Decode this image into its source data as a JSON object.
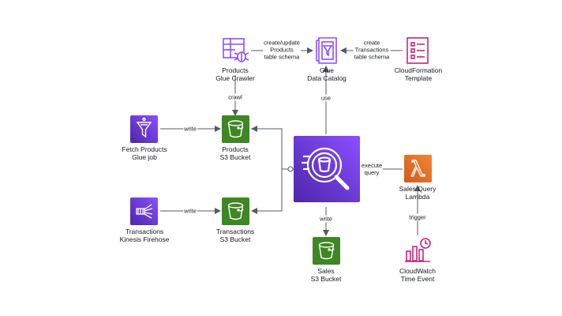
{
  "nodes": {
    "products_crawler": {
      "label": "Products\nGlue Crawler",
      "icon": "glue-crawler-icon"
    },
    "glue_catalog": {
      "label": "Glue\nData Catalog",
      "icon": "data-catalog-icon"
    },
    "cloudformation": {
      "label": "CloudFormation\nTemplate",
      "icon": "cloudformation-template-icon"
    },
    "fetch_products": {
      "label": "Fetch Products\nGlue job",
      "icon": "glue-job-icon"
    },
    "products_bucket": {
      "label": "Products\nS3 Bucket",
      "icon": "s3-bucket-icon"
    },
    "athena": {
      "label": "",
      "icon": "athena-icon"
    },
    "sales_lambda": {
      "label": "Sales Query\nLambda",
      "icon": "lambda-icon"
    },
    "transactions_firehose": {
      "label": "Transactions\nKinesis Firehose",
      "icon": "kinesis-firehose-icon"
    },
    "transactions_bucket": {
      "label": "Transactions\nS3 Bucket",
      "icon": "s3-bucket-icon"
    },
    "sales_bucket": {
      "label": "Sales\nS3 Bucket",
      "icon": "s3-bucket-icon"
    },
    "cloudwatch": {
      "label": "CloudWatch\nTime Event",
      "icon": "cloudwatch-event-icon"
    }
  },
  "edges": {
    "crawler_to_catalog": "create/update\nProducts\ntable schema",
    "cfn_to_catalog": "create\nTransactions\ntable schema",
    "crawler_to_products_bucket": "crawl",
    "athena_to_catalog": "use",
    "fetch_to_products_bucket": "write",
    "lambda_to_athena": "execute\nquery",
    "firehose_to_transactions_bucket": "write",
    "athena_to_sales_bucket": "write",
    "cloudwatch_to_lambda": "trigger"
  },
  "colors": {
    "green": "#3f8624",
    "purple_dark": "#4d27aa",
    "purple_light": "#8c4fff",
    "orange_dark": "#d05c17",
    "orange_light": "#f58534",
    "magenta": "#c7247a",
    "arrow": "#545b64"
  }
}
